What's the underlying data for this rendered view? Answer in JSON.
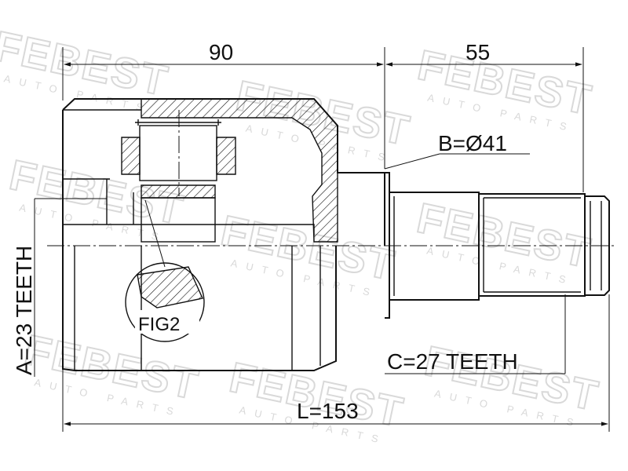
{
  "watermark": {
    "brand": "FEBEST",
    "tagline": "AUTO PARTS"
  },
  "dimensions": {
    "inner_length": "90",
    "outer_length": "55",
    "shaft_diameter": "B=Ø41",
    "inner_teeth": "A=23 TEETH",
    "outer_teeth": "C=27 TEETH",
    "total_length": "L=153"
  },
  "callouts": {
    "detail_label": "FIG2"
  }
}
